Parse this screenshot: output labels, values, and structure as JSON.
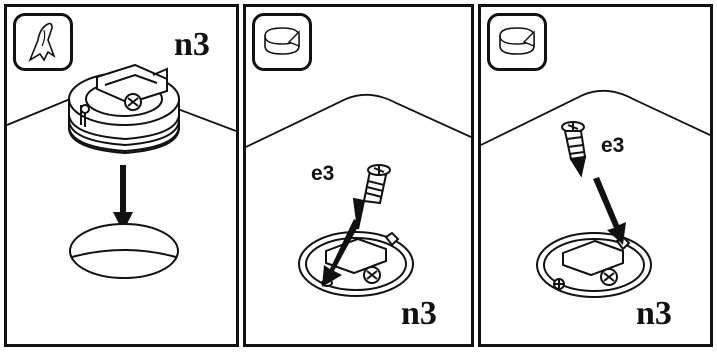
{
  "panels": [
    {
      "icon": "hand-icon",
      "part_label": "n3"
    },
    {
      "icon": "rotate-icon",
      "part_label": "n3",
      "screw_label": "e3"
    },
    {
      "icon": "rotate-icon",
      "part_label": "n3",
      "screw_label": "e3"
    }
  ]
}
